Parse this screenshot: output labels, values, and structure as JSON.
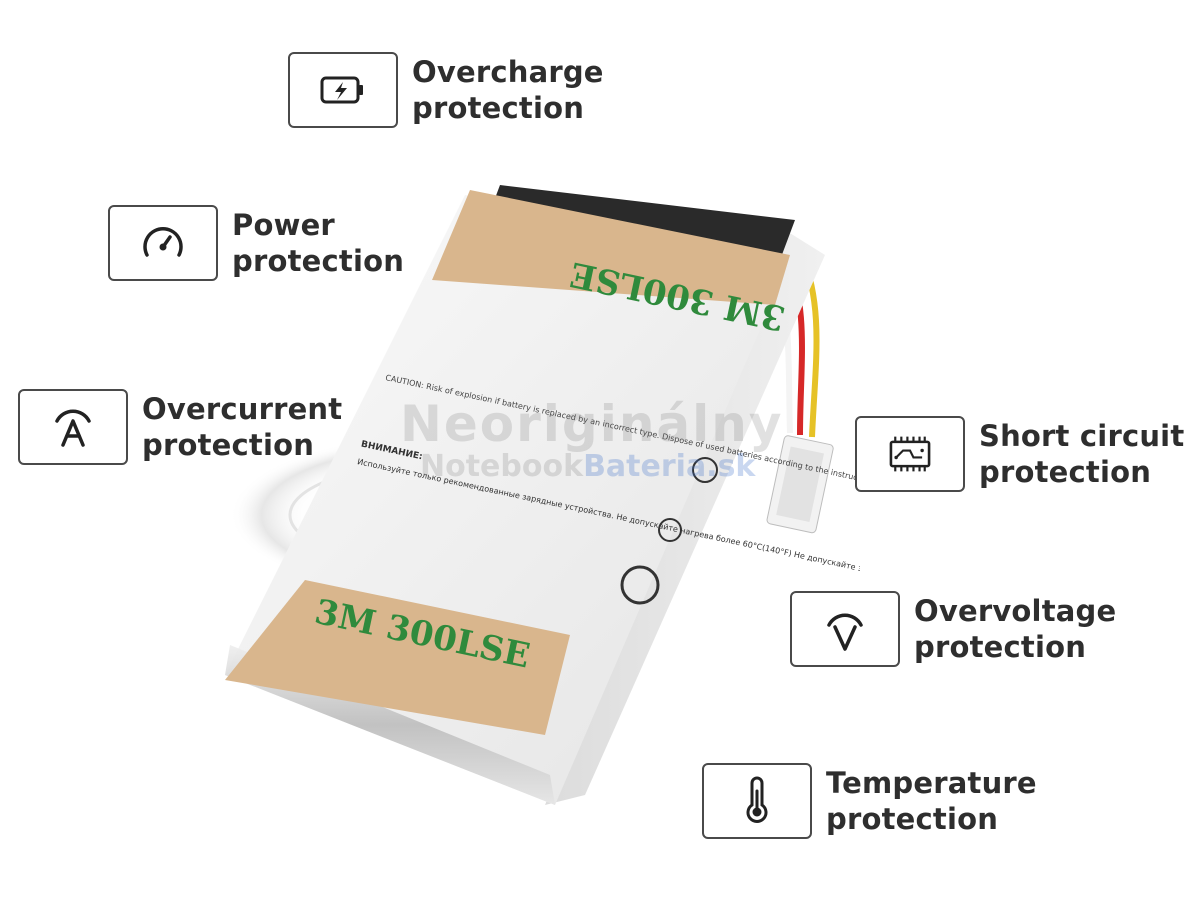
{
  "features": {
    "overcharge": {
      "line1": "Overcharge",
      "line2": "protection",
      "icon": "battery-charge-icon"
    },
    "power": {
      "line1": "Power",
      "line2": "protection",
      "icon": "gauge-icon"
    },
    "overcurrent": {
      "line1": "Overcurrent",
      "line2": "protection",
      "icon": "current-icon"
    },
    "short_circuit": {
      "line1": "Short circuit",
      "line2": "protection",
      "icon": "circuit-board-icon"
    },
    "overvoltage": {
      "line1": "Overvoltage",
      "line2": "protection",
      "icon": "voltage-icon"
    },
    "temperature": {
      "line1": "Temperature",
      "line2": "protection",
      "icon": "thermometer-icon"
    }
  },
  "battery": {
    "tape_text": "3M 300LSE",
    "caution": "CAUTION: Risk of explosion if battery is replaced by an incorrect type. Dispose of used batteries according to the instructions. Do not incinerate (or) disassemble, may explode, or release toxic materials. Do not short circuit, may cause burns.",
    "warning_title": "ВНИМАНИЕ:",
    "warning_text": "Используйте только рекомендованные зарядные устройства. Не допускайте нагрева более 60°C(140°F) Не допускайте замыкания контактов батареи Не опускайте в воду."
  },
  "watermark": {
    "line1": "Neoriginálny",
    "line2_part1": "Notebook",
    "line2_part2": "Bateria.sk"
  },
  "colors": {
    "border": "#4a4a4a",
    "text": "#2e2e2e",
    "tape": "#d8b48a",
    "tape_print": "#2f8a3c"
  }
}
